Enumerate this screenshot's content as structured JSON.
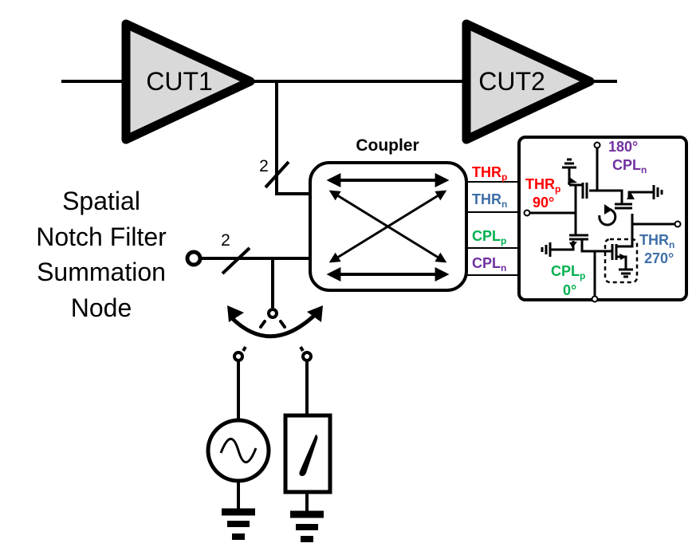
{
  "amplifiers": [
    {
      "label": "CUT1"
    },
    {
      "label": "CUT2"
    }
  ],
  "coupler": {
    "title": "Coupler"
  },
  "bus_width_labels": [
    "2",
    "2"
  ],
  "summation_node": {
    "lines": [
      "Spatial",
      "Notch Filter",
      "Summation",
      "Node"
    ]
  },
  "port_labels": [
    {
      "name": "THR",
      "sub": "p",
      "color": "#ff0000"
    },
    {
      "name": "THR",
      "sub": "n",
      "color": "#3f6fa8"
    },
    {
      "name": "CPL",
      "sub": "p",
      "color": "#00b050"
    },
    {
      "name": "CPL",
      "sub": "n",
      "color": "#7030a0"
    }
  ],
  "circulator": {
    "ports": [
      {
        "name": "THR",
        "sub": "p",
        "phase": "90°",
        "color": "#ff0000"
      },
      {
        "name": "CPL",
        "sub": "n",
        "phase": "180°",
        "color": "#7030a0"
      },
      {
        "name": "THR",
        "sub": "n",
        "phase": "270°",
        "color": "#3f6fa8"
      },
      {
        "name": "CPL",
        "sub": "p",
        "phase": "0°",
        "color": "#00b050"
      }
    ],
    "rotation_icon": "circular-arrow-icon"
  },
  "sources": [
    {
      "type": "signal-generator",
      "icon": "sine-wave-icon"
    },
    {
      "type": "power-meter",
      "icon": "meter-needle-icon"
    }
  ],
  "colors": {
    "amp_fill": "#d9d9d9",
    "wire": "#000000"
  }
}
